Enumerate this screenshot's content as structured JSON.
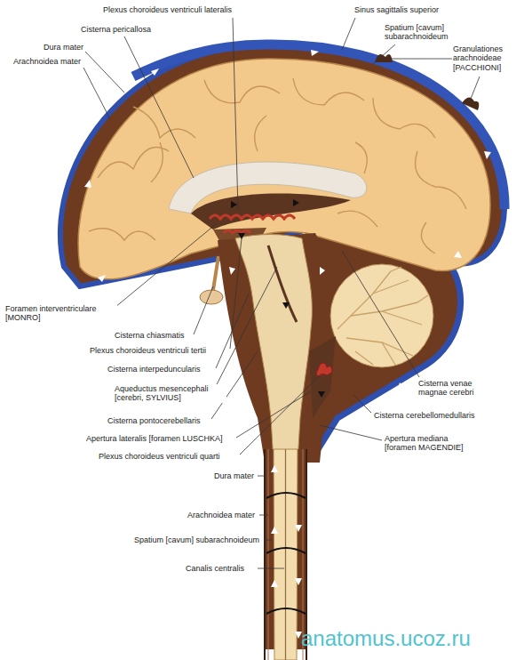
{
  "diagram": {
    "labels": [
      "Plexus choroideus ventriculi lateralis",
      "Sinus sagittalis superior",
      "Cisterna pericallosa",
      "Spatium [cavum] subarachnoideum",
      "Dura mater",
      "Granulationes arachnoideae [PACCHIONI]",
      "Arachnoidea mater",
      "Foramen interventriculare [MONRO]",
      "Cisterna chiasmatis",
      "Plexus choroideus ventriculi tertii",
      "Cisterna interpeduncularis",
      "Aqueductus mesencephali [cerebri, SYLVIUS]",
      "Cisterna venae magnae cerebri",
      "Cisterna pontocerebellaris",
      "Apertura lateralis [foramen LUSCHKA]",
      "Cisterna cerebellomedullaris",
      "Plexus choroideus ventriculi quarti",
      "Apertura mediana [foramen MAGENDIE]",
      "Dura mater",
      "Arachnoidea mater",
      "Spatium [cavum] subarachnoideum",
      "Canalis centralis",
      "anatomus.ucoz.ru"
    ]
  }
}
